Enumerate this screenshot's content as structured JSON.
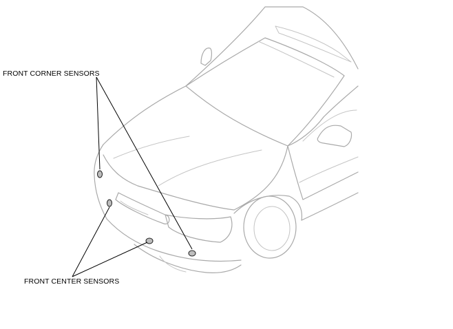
{
  "diagram": {
    "labels": {
      "front_corner": "FRONT CORNER SENSORS",
      "front_center": "FRONT CENTER SENSORS"
    },
    "sensors": {
      "corner": [
        "left-front-corner",
        "right-front-corner"
      ],
      "center": [
        "left-front-center",
        "right-front-center"
      ]
    },
    "colors": {
      "line_art": "#a9a9a9",
      "leader_lines": "#000000",
      "sensor_fill": "#bdbdbd"
    }
  }
}
